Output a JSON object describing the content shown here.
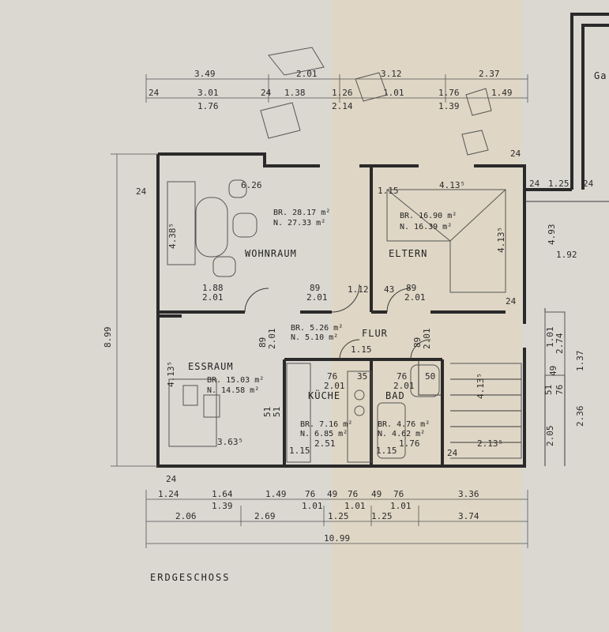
{
  "title": "ERDGESCHOSS",
  "corner_label": "Ga",
  "top_dims_row1": [
    "3.49",
    "2.01",
    "3.12",
    "2.37"
  ],
  "top_dims_row2": [
    "24",
    "3.01",
    "24",
    "1.38",
    "1.26",
    "1.01",
    "1.76",
    "1.49"
  ],
  "top_dims_row2_sub": [
    "1.76",
    "2.14",
    "1.39"
  ],
  "bottom_dims_row1": [
    "1.24",
    "1.64",
    "1.49",
    "76",
    "49",
    "76",
    "49",
    "76",
    "3.36"
  ],
  "bottom_dims_row1_sub": [
    "1.39",
    "1.01",
    "1.01",
    "1.01"
  ],
  "bottom_dims_row2": [
    "2.06",
    "2.69",
    "1.25",
    "1.25",
    "3.74"
  ],
  "bottom_total": "10.99",
  "left_total": "8.99",
  "rooms": {
    "wohnraum": {
      "name": "WOHNRAUM",
      "br": "BR. 28.17 m²",
      "n": "N. 27.33 m²",
      "width": "6.26",
      "depth": "4.38⁵"
    },
    "eltern": {
      "name": "ELTERN",
      "br": "BR. 16.90 m²",
      "n": "N. 16.39 m²",
      "width": "4.13⁵",
      "depth": "4.13⁵"
    },
    "flur": {
      "name": "FLUR",
      "br": "BR. 5.26 m²",
      "n": "N. 5.10 m²"
    },
    "essraum": {
      "name": "ESSRAUM",
      "br": "BR. 15.03 m²",
      "n": "N. 14.58 m²",
      "width": "3.63⁵",
      "depth": "4.13⁵"
    },
    "kueche": {
      "name": "KÜCHE",
      "br": "BR. 7.16 m²",
      "n": "N. 6.85 m²",
      "width": "2.51"
    },
    "bad": {
      "name": "BAD",
      "br": "BR. 4.76 m²",
      "n": "N. 4.62 m²",
      "width": "1.76"
    }
  },
  "misc_dims": {
    "d24a": "24",
    "d24b": "24",
    "d24c": "24",
    "d24d": "24",
    "d24e": "24",
    "d24f": "24",
    "d24g": "24",
    "d125": "1.25",
    "d493": "4.93",
    "d192": "1.92",
    "d188": "1.88",
    "d201a": "2.01",
    "d89a": "89",
    "d201b": "2.01",
    "d112": "1.12",
    "d43": "43",
    "d89b": "89",
    "d201c": "2.01",
    "d89c": "89",
    "d201d": "2.01",
    "d89d": "89",
    "d201e": "2.01",
    "d115a": "1.15",
    "d115b": "1.15",
    "d115c": "1.15",
    "d115d": "1.15",
    "d76a": "76",
    "d201f": "2.01",
    "d35": "35",
    "d76b": "76",
    "d201g": "2.01",
    "d50": "50",
    "d51a": "51",
    "d51b": "51",
    "d51c": "51",
    "d101": "1.01",
    "d274": "2.74",
    "d137": "1.37",
    "d49": "49",
    "d76c": "76",
    "d413": "4.13⁵",
    "d213": "2.13⁵",
    "d205": "2.05",
    "d236": "2.36"
  }
}
